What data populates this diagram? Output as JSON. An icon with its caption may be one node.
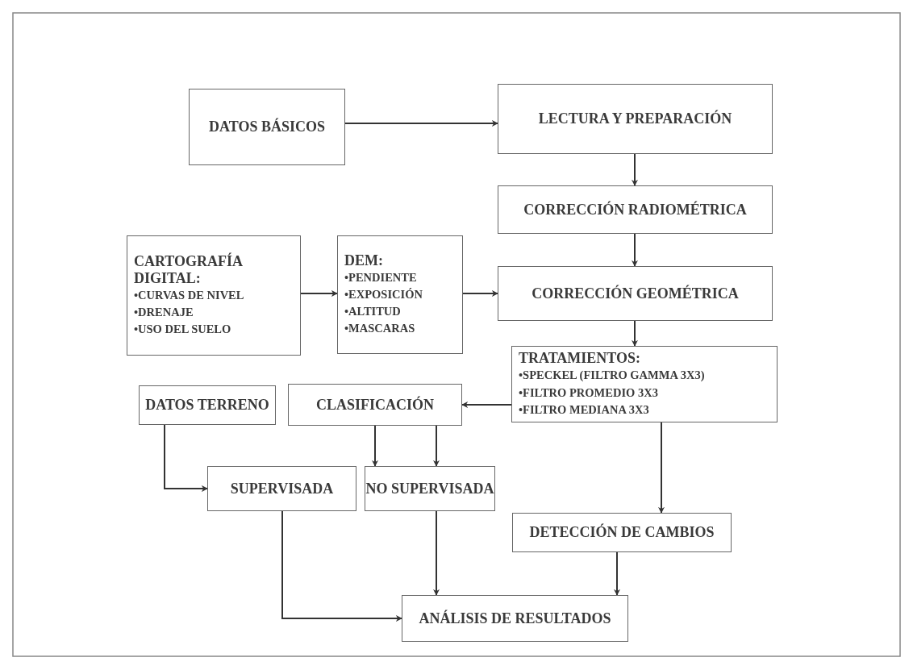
{
  "diagram": {
    "nodes": [
      {
        "text": [
          "DATOS BÁSICOS"
        ]
      },
      {
        "text": [
          "LECTURA Y PREPARACIÓN"
        ]
      },
      {
        "text": [
          "CORRECCIÓN RADIOMÉTRICA"
        ]
      },
      {
        "text": [
          "CARTOGRAFÍA DIGITAL:",
          "•CURVAS DE NIVEL",
          "•DRENAJE",
          "•USO DEL SUELO"
        ]
      },
      {
        "text": [
          "DEM:",
          "•PENDIENTE",
          "•EXPOSICIÓN",
          "•ALTITUD",
          "•MASCARAS"
        ]
      },
      {
        "text": [
          "CORRECCIÓN GEOMÉTRICA"
        ]
      },
      {
        "text": [
          "TRATAMIENTOS:",
          "•SPECKEL (FILTRO GAMMA 3X3)",
          "•FILTRO PROMEDIO 3X3",
          "•FILTRO MEDIANA 3X3"
        ]
      },
      {
        "text": [
          "DATOS TERRENO"
        ]
      },
      {
        "text": [
          "CLASIFICACIÓN"
        ]
      },
      {
        "text": [
          "SUPERVISADA"
        ]
      },
      {
        "text": [
          "NO SUPERVISADA"
        ]
      },
      {
        "text": [
          "DETECCIÓN DE CAMBIOS"
        ]
      },
      {
        "text": [
          "ANÁLISIS DE RESULTADOS"
        ]
      }
    ],
    "edges": [
      {
        "from": 0,
        "to": 1,
        "arrow": "to"
      },
      {
        "from": 1,
        "to": 2,
        "arrow": "to"
      },
      {
        "from": 2,
        "to": 5,
        "arrow": "to"
      },
      {
        "from": 3,
        "to": 4,
        "arrow": "to"
      },
      {
        "from": 4,
        "to": 5,
        "arrow": "to"
      },
      {
        "from": 5,
        "to": 6,
        "arrow": "to"
      },
      {
        "from": 6,
        "to": 8,
        "arrow": "to"
      },
      {
        "from": 7,
        "to": 9,
        "arrow": "to"
      },
      {
        "from": 8,
        "to": 9,
        "arrow": "to"
      },
      {
        "from": 8,
        "to": 10,
        "arrow": "to"
      },
      {
        "from": 6,
        "to": 11,
        "arrow": "to"
      },
      {
        "from": 9,
        "to": 12,
        "arrow": "to"
      },
      {
        "from": 10,
        "to": 12,
        "arrow": "to"
      },
      {
        "from": 11,
        "to": 12,
        "arrow": "to"
      }
    ]
  }
}
